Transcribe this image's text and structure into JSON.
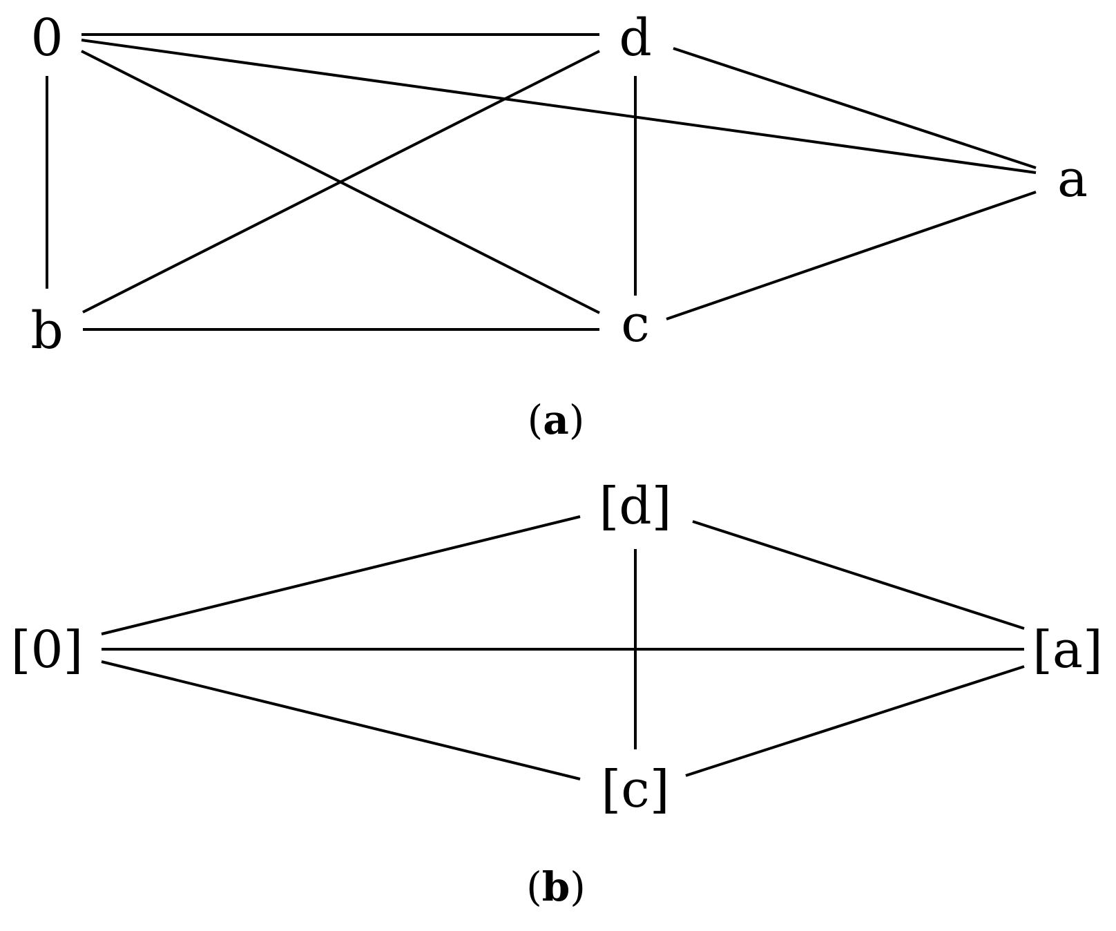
{
  "colors": {
    "line": "#000000",
    "text": "#000000",
    "background": "#ffffff"
  },
  "diagram_a": {
    "nodes": {
      "n0": "0",
      "d": "d",
      "a": "a",
      "b": "b",
      "c": "c"
    },
    "edges": [
      [
        "0",
        "d"
      ],
      [
        "0",
        "a"
      ],
      [
        "0",
        "c"
      ],
      [
        "0",
        "b"
      ],
      [
        "d",
        "a"
      ],
      [
        "d",
        "c"
      ],
      [
        "d",
        "b"
      ],
      [
        "b",
        "c"
      ],
      [
        "c",
        "a"
      ]
    ],
    "caption": {
      "open": "(",
      "letter": "a",
      "close": ")"
    }
  },
  "diagram_b": {
    "nodes": {
      "n0": "[0]",
      "d": "[d]",
      "a": "[a]",
      "c": "[c]"
    },
    "edges": [
      [
        "[0]",
        "[d]"
      ],
      [
        "[0]",
        "[a]"
      ],
      [
        "[0]",
        "[c]"
      ],
      [
        "[d]",
        "[a]"
      ],
      [
        "[d]",
        "[c]"
      ],
      [
        "[c]",
        "[a]"
      ]
    ],
    "caption": {
      "open": "(",
      "letter": "b",
      "close": ")"
    }
  }
}
